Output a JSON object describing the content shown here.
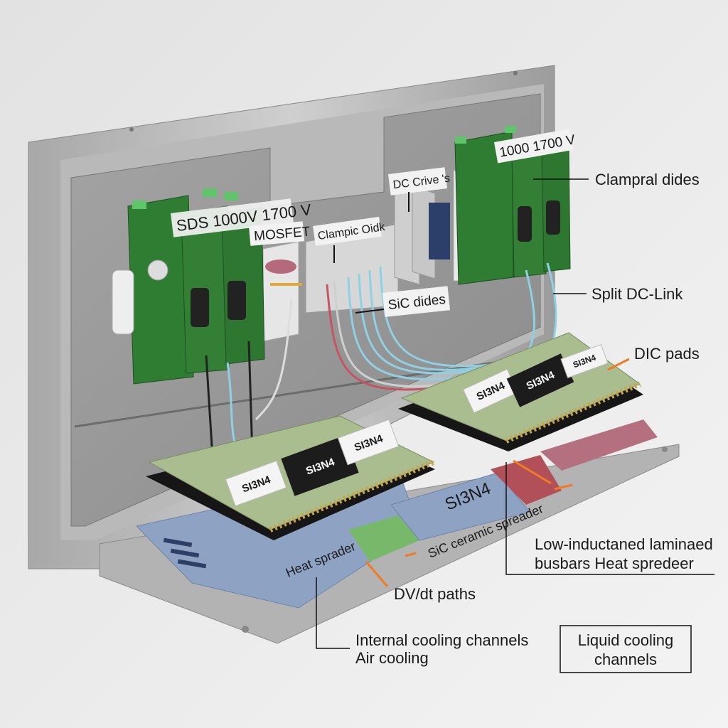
{
  "diagram": {
    "board_tags": {
      "left_rating": "SDS 1000V 1700 V",
      "mosfet": "MOSFET",
      "clamp": "Clampic Oidk",
      "dc_drive": "DC Crive 's",
      "sic_diodes": "SiC dides",
      "right_rating": "1000 1700 V"
    },
    "callouts": {
      "clamp_diodes": "Clampral dides",
      "split_dc_link": "Split DC-Link",
      "dic_pads": "DIC pads",
      "busbars_line1": "Low-inductaned laminaed",
      "busbars_line2": "busbars Heat spredeer",
      "dvdt_paths": "DV/dt paths",
      "internal_cooling": "Internal cooling channels",
      "air_cooling": "Air cooling",
      "liquid_cooling_line1": "Liquid cooling",
      "liquid_cooling_line2": "channels"
    },
    "surface_labels": {
      "si3n4": "SI3N4",
      "sic_spreader": "SiC ceramic spreader",
      "heat_spreader": "Heat sprader"
    },
    "colors": {
      "pcb": "#2f7d32",
      "substrate": "#a9bd8e",
      "heat_spreader": "#8ea3c4",
      "busbar_red": "#b2505a",
      "arrow_orange": "#f07b22",
      "cable_blue": "#8fd0e4"
    }
  }
}
